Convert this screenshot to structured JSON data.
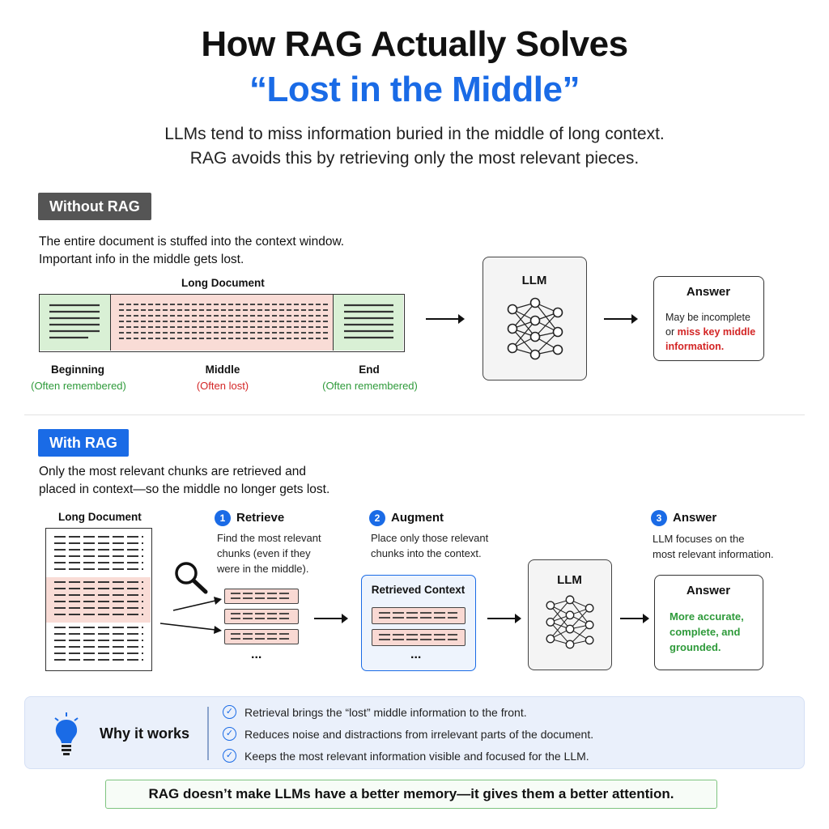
{
  "title": {
    "line1": "How RAG Actually Solves",
    "line2": "“Lost in the Middle”"
  },
  "subtitle": {
    "line1": "LLMs tend to miss information buried in the middle of long context.",
    "line2": "RAG avoids this by retrieving only the most relevant pieces."
  },
  "without": {
    "tag": "Without RAG",
    "desc1": "The entire document is stuffed into the context window.",
    "desc2": "Important info in the middle gets lost.",
    "doc_label": "Long Document",
    "beginning": "Beginning",
    "beginning_note": "(Often remembered)",
    "middle": "Middle",
    "middle_note": "(Often lost)",
    "end": "End",
    "end_note": "(Often remembered)",
    "llm": "LLM",
    "answer_title": "Answer",
    "answer_line1": "May be incomplete",
    "answer_line2a": "or ",
    "answer_line2b": "miss key middle",
    "answer_line3": "information."
  },
  "with": {
    "tag": "With RAG",
    "desc1": "Only the most relevant chunks are retrieved and",
    "desc2": "placed in context—so the middle no longer gets lost.",
    "doc_label": "Long Document",
    "step1_num": "1",
    "step1_title": "Retrieve",
    "step1_desc1": "Find the most relevant",
    "step1_desc2": "chunks (even if they",
    "step1_desc3": "were in the middle).",
    "step2_num": "2",
    "step2_title": "Augment",
    "step2_desc1": "Place only those relevant",
    "step2_desc2": "chunks into the context.",
    "step3_num": "3",
    "step3_title": "Answer",
    "step3_desc1": "LLM focuses on the",
    "step3_desc2": "most relevant information.",
    "ellipsis": "...",
    "context_title": "Retrieved Context",
    "llm": "LLM",
    "answer_title": "Answer",
    "answer_line1": "More accurate,",
    "answer_line2": "complete, and",
    "answer_line3": "grounded."
  },
  "why": {
    "title": "Why it works",
    "bullets": [
      "Retrieval brings the “lost” middle information to the front.",
      "Reduces noise and distractions from irrelevant parts of the document.",
      "Keeps the most relevant information visible and focused for the LLM."
    ]
  },
  "footer": "RAG doesn’t make LLMs have a better memory—it gives them a better attention.",
  "colors": {
    "accent_blue": "#1a6be6",
    "green": "#2e9a3a",
    "red": "#d32525",
    "pink": "#f9d9d3",
    "light_green": "#d9f0d5"
  },
  "icons": [
    "arrow-right-icon",
    "neural-network-icon",
    "magnifier-icon",
    "lightbulb-icon",
    "check-circle-icon"
  ]
}
